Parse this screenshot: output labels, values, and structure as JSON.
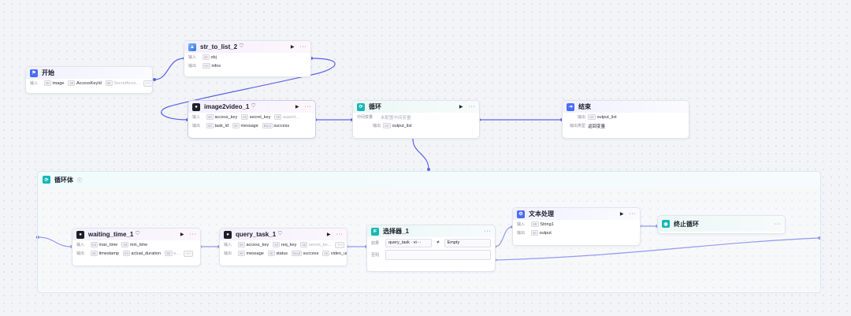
{
  "start": {
    "title": "开始",
    "input_label": "输入",
    "inputs": [
      {
        "type": "str",
        "name": "image"
      },
      {
        "type": "str",
        "name": "AccessKeyId"
      },
      {
        "type": "str",
        "name": "SecretAcce..."
      }
    ],
    "more": "···"
  },
  "str_to_list": {
    "title": "str_to_list_2",
    "input_label": "输入",
    "inputs": [
      {
        "type": "str",
        "name": "obj"
      }
    ],
    "output_label": "输出",
    "outputs": [
      {
        "type": "Arr",
        "name": "infos"
      }
    ]
  },
  "image2video": {
    "title": "image2video_1",
    "input_label": "输入",
    "inputs": [
      {
        "type": "str",
        "name": "access_key"
      },
      {
        "type": "str",
        "name": "secret_key"
      },
      {
        "type": "str",
        "name": "aspect..."
      }
    ],
    "output_label": "输出",
    "outputs": [
      {
        "type": "str",
        "name": "task_id"
      },
      {
        "type": "str",
        "name": "message"
      },
      {
        "type": "Bool",
        "name": "success"
      }
    ]
  },
  "loop": {
    "title": "循环",
    "var_label": "中间变量",
    "var_value": "未配置中间变量",
    "output_label": "输出",
    "outputs": [
      {
        "type": "Arr",
        "name": "output_list"
      }
    ]
  },
  "end": {
    "title": "结束",
    "output_label": "输出",
    "outputs": [
      {
        "type": "Arr",
        "name": "output_list"
      }
    ],
    "mode_label": "输出类型",
    "mode_value": "返回变量"
  },
  "loop_body": {
    "title": "循环体",
    "info_icon": "ⓘ"
  },
  "waiting": {
    "title": "waiting_time_1",
    "input_label": "输入",
    "inputs": [
      {
        "type": "Int",
        "name": "max_time"
      },
      {
        "type": "Int",
        "name": "min_time"
      }
    ],
    "output_label": "输出",
    "outputs": [
      {
        "type": "str",
        "name": "timestamp"
      },
      {
        "type": "Int",
        "name": "actual_duration"
      },
      {
        "type": "Str",
        "name": "e..."
      }
    ],
    "more": "···"
  },
  "query": {
    "title": "query_task_1",
    "input_label": "输入",
    "inputs": [
      {
        "type": "str",
        "name": "access_key"
      },
      {
        "type": "str",
        "name": "req_key"
      },
      {
        "type": "str",
        "name": "secret_ke..."
      }
    ],
    "output_label": "输出",
    "outputs": [
      {
        "type": "str",
        "name": "message"
      },
      {
        "type": "str",
        "name": "status"
      },
      {
        "type": "Bool",
        "name": "success"
      },
      {
        "type": "str",
        "name": "video_url"
      }
    ],
    "more": "···"
  },
  "selector": {
    "title": "选择器_1",
    "icon_text": "IF",
    "if_label": "如果",
    "var_chip": "query_task · vi···",
    "operator": "≠",
    "value": "Empty",
    "else_label": "否则"
  },
  "text_proc": {
    "title": "文本处理",
    "input_label": "输入",
    "inputs": [
      {
        "type": "Str",
        "name": "String1"
      }
    ],
    "output_label": "输出",
    "outputs": [
      {
        "type": "str",
        "name": "output"
      }
    ]
  },
  "break_loop": {
    "title": "终止循环"
  },
  "colors": {
    "accent": "#5a63e6",
    "loop_teal": "#18b6b6",
    "start_blue": "#4b6cf7"
  }
}
